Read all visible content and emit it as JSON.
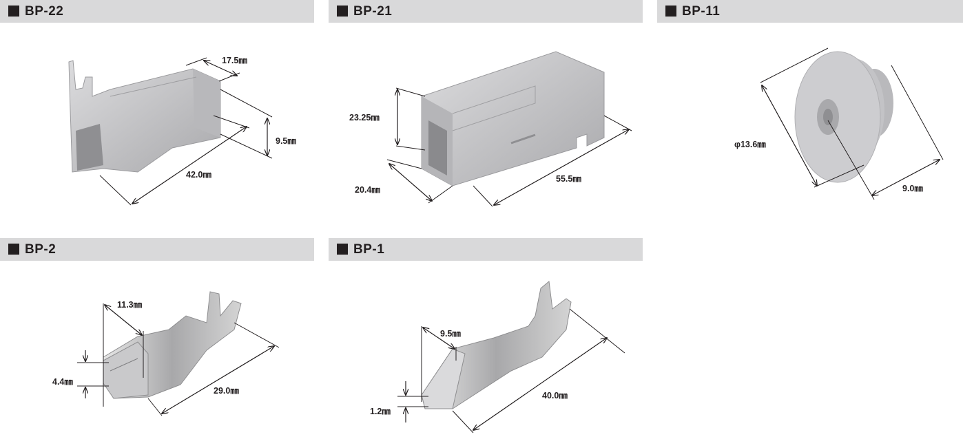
{
  "panels": [
    {
      "title": "BP-22",
      "dims": [
        "17.5㎜",
        "9.5㎜",
        "42.0㎜"
      ]
    },
    {
      "title": "BP-21",
      "dims": [
        "23.25㎜",
        "20.4㎜",
        "55.5㎜"
      ]
    },
    {
      "title": "BP-11",
      "dims": [
        "φ13.6㎜",
        "9.0㎜"
      ]
    },
    {
      "title": "BP-2",
      "dims": [
        "11.3㎜",
        "4.4㎜",
        "29.0㎜"
      ]
    },
    {
      "title": "BP-1",
      "dims": [
        "9.5㎜",
        "1.2㎜",
        "40.0㎜"
      ]
    }
  ],
  "colors": {
    "header_bg": "#d9d9da",
    "ink": "#231f20",
    "part_gray": "#c8c8ca",
    "metal": "#b5b5b8"
  }
}
